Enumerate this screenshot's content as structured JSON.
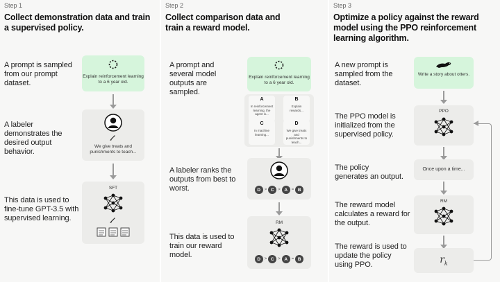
{
  "step1": {
    "label": "Step 1",
    "title": "Collect demonstration data and train a supervised policy.",
    "desc1": "A prompt is sampled from our prompt dataset.",
    "prompt": "Explain reinforcement learning to a 6 year old.",
    "desc2": "A labeler demonstrates the desired output behavior.",
    "demo": "We give treats and punishments to teach...",
    "desc3": "This data is used to fine-tune GPT-3.5 with supervised learning.",
    "model": "SFT"
  },
  "step2": {
    "label": "Step 2",
    "title": "Collect comparison data and train a reward model.",
    "desc1": "A prompt and several model outputs are sampled.",
    "prompt": "Explain reinforcement learning to a 6 year old.",
    "outputs": [
      {
        "letter": "A",
        "text": "In reinforcement learning, the agent is..."
      },
      {
        "letter": "B",
        "text": "Explain rewards..."
      },
      {
        "letter": "C",
        "text": "In machine learning..."
      },
      {
        "letter": "D",
        "text": "We give treats and punishments to teach..."
      }
    ],
    "desc2": "A labeler ranks the outputs from best to worst.",
    "ranking": [
      "D",
      ">",
      "C",
      ">",
      "A",
      "=",
      "B"
    ],
    "desc3": "This data is used to train our reward model.",
    "model": "RM"
  },
  "step3": {
    "label": "Step 3",
    "title": "Optimize a policy against the reward model using the PPO reinforcement learning algorithm.",
    "desc1": "A new prompt is sampled from the dataset.",
    "prompt": "Write a story about otters.",
    "desc2": "The PPO model is initialized from the supervised policy.",
    "policy_model": "PPO",
    "desc3": "The policy generates an output.",
    "output": "Once upon a time...",
    "desc4": "The reward model calculates a reward for the output.",
    "reward_model": "RM",
    "desc5": "The reward is used to update the policy using PPO.",
    "reward_symbol": "r",
    "reward_sub": "k"
  },
  "colors": {
    "background": "#f7f7f6",
    "card": "#ececea",
    "prompt_card": "#d6f5dc",
    "arrow": "#9a9a9a",
    "badge": "#444444"
  }
}
